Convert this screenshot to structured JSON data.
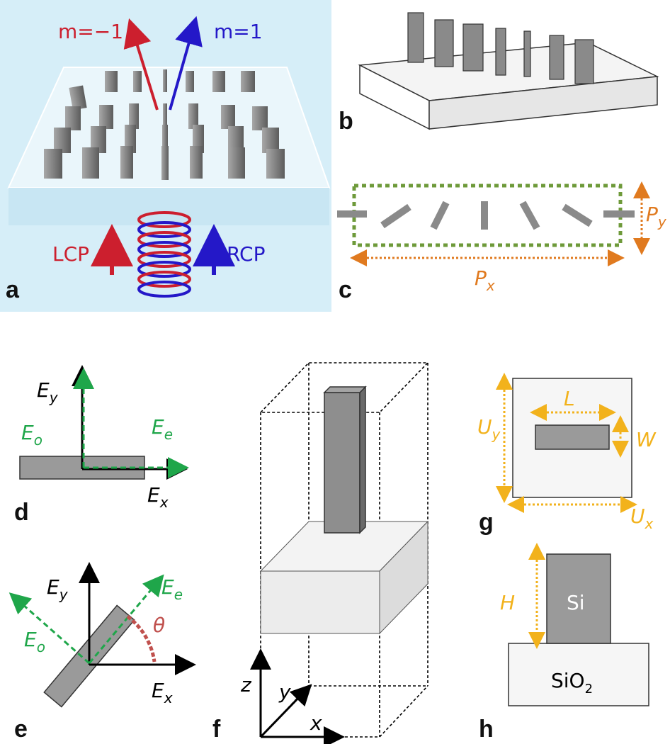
{
  "panels": {
    "a": {
      "letter": "a",
      "m_minus": "m=−1",
      "m_plus": "m=1",
      "lcp": "LCP",
      "rcp": "RCP"
    },
    "b": {
      "letter": "b"
    },
    "c": {
      "letter": "c",
      "px_main": "P",
      "px_sub": "x",
      "py_main": "P",
      "py_sub": "y"
    },
    "d": {
      "letter": "d",
      "ey_main": "E",
      "ey_sub": "y",
      "ex_main": "E",
      "ex_sub": "x",
      "eo_main": "E",
      "eo_sub": "o",
      "ee_main": "E",
      "ee_sub": "e"
    },
    "e": {
      "letter": "e",
      "ey_main": "E",
      "ey_sub": "y",
      "ex_main": "E",
      "ex_sub": "x",
      "eo_main": "E",
      "eo_sub": "o",
      "ee_main": "E",
      "ee_sub": "e",
      "theta": "θ"
    },
    "f": {
      "letter": "f",
      "z": "z",
      "y": "y",
      "x": "x"
    },
    "g": {
      "letter": "g",
      "L": "L",
      "W": "W",
      "uy_main": "U",
      "uy_sub": "y",
      "ux_main": "U",
      "ux_sub": "x"
    },
    "h": {
      "letter": "h",
      "H": "H",
      "si": "Si",
      "sio2_main": "SiO",
      "sio2_sub": "2"
    }
  },
  "colors": {
    "red": "#cc1f2e",
    "blue": "#2418c8",
    "green": "#1fa64a",
    "orange": "#e07a1f",
    "olive": "#6e9a3a",
    "yellow": "#f2b21c",
    "theta": "#c0504d",
    "pillar": "#8a8a8a",
    "panel_a_bg": "#d6eef8"
  }
}
